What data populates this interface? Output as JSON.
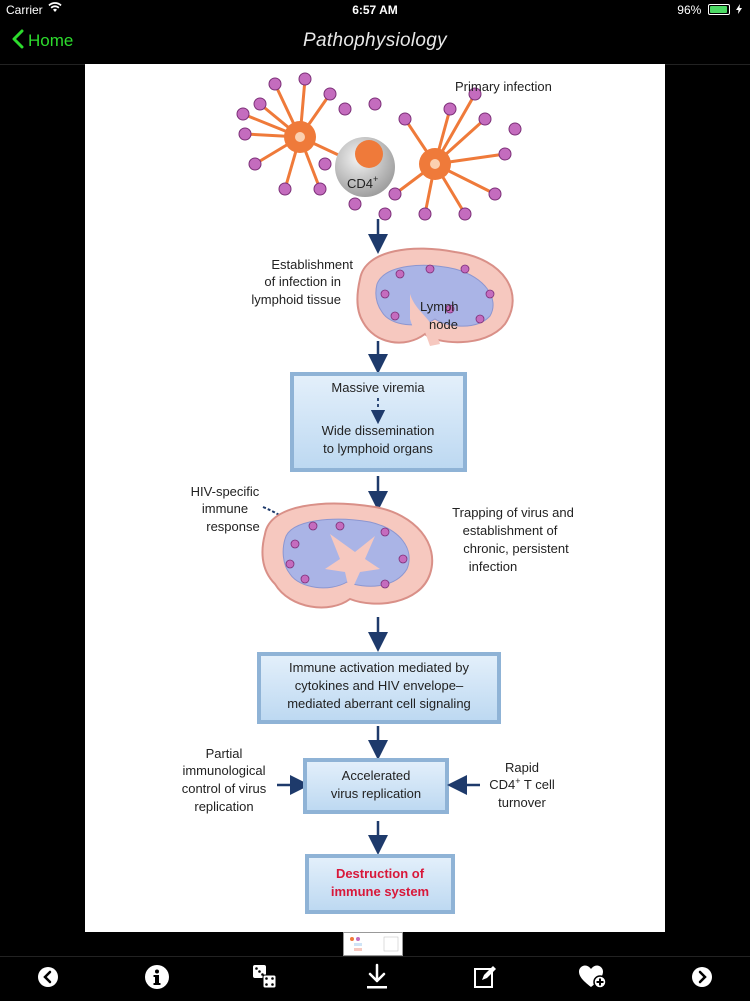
{
  "status_bar": {
    "carrier": "Carrier",
    "time": "6:57 AM",
    "battery": "96%"
  },
  "nav": {
    "back_label": "Home",
    "title": "Pathophysiology"
  },
  "figure": {
    "primary_infection": "Primary infection",
    "cd4_label": "CD4",
    "cd4_sup": "+",
    "establishment": [
      "Establishment",
      "of infection in",
      "lymphoid tissue"
    ],
    "lymph_node": [
      "Lymph",
      "node"
    ],
    "box1": {
      "line1": "Massive viremia",
      "line2": "Wide dissemination",
      "line3": "to lymphoid organs"
    },
    "hiv_specific": [
      "HIV-specific",
      "immune",
      "response"
    ],
    "trapping": [
      "Trapping of virus and",
      "establishment of",
      "chronic, persistent",
      "infection"
    ],
    "box2": [
      "Immune activation mediated by",
      "cytokines and HIV envelope–",
      "mediated aberrant cell signaling"
    ],
    "partial": [
      "Partial",
      "immunological",
      "control of virus",
      "replication"
    ],
    "box3": [
      "Accelerated",
      "virus replication"
    ],
    "rapid": [
      "Rapid",
      "CD4",
      "T cell",
      "turnover"
    ],
    "box4": [
      "Destruction of",
      "immune system"
    ]
  },
  "toolbar": {
    "icons": [
      "chevron-left-icon",
      "info-icon",
      "dice-icon",
      "download-icon",
      "edit-icon",
      "favorite-add-icon",
      "chevron-right-icon"
    ]
  },
  "colors": {
    "accent_green": "#2ddb2d",
    "arrow_navy": "#1e3a6b",
    "box_fill": "#cfe4f6",
    "destruction_red": "#d8183a",
    "cell_orange": "#ef7a3a",
    "virus_purple": "#b04aa8"
  }
}
